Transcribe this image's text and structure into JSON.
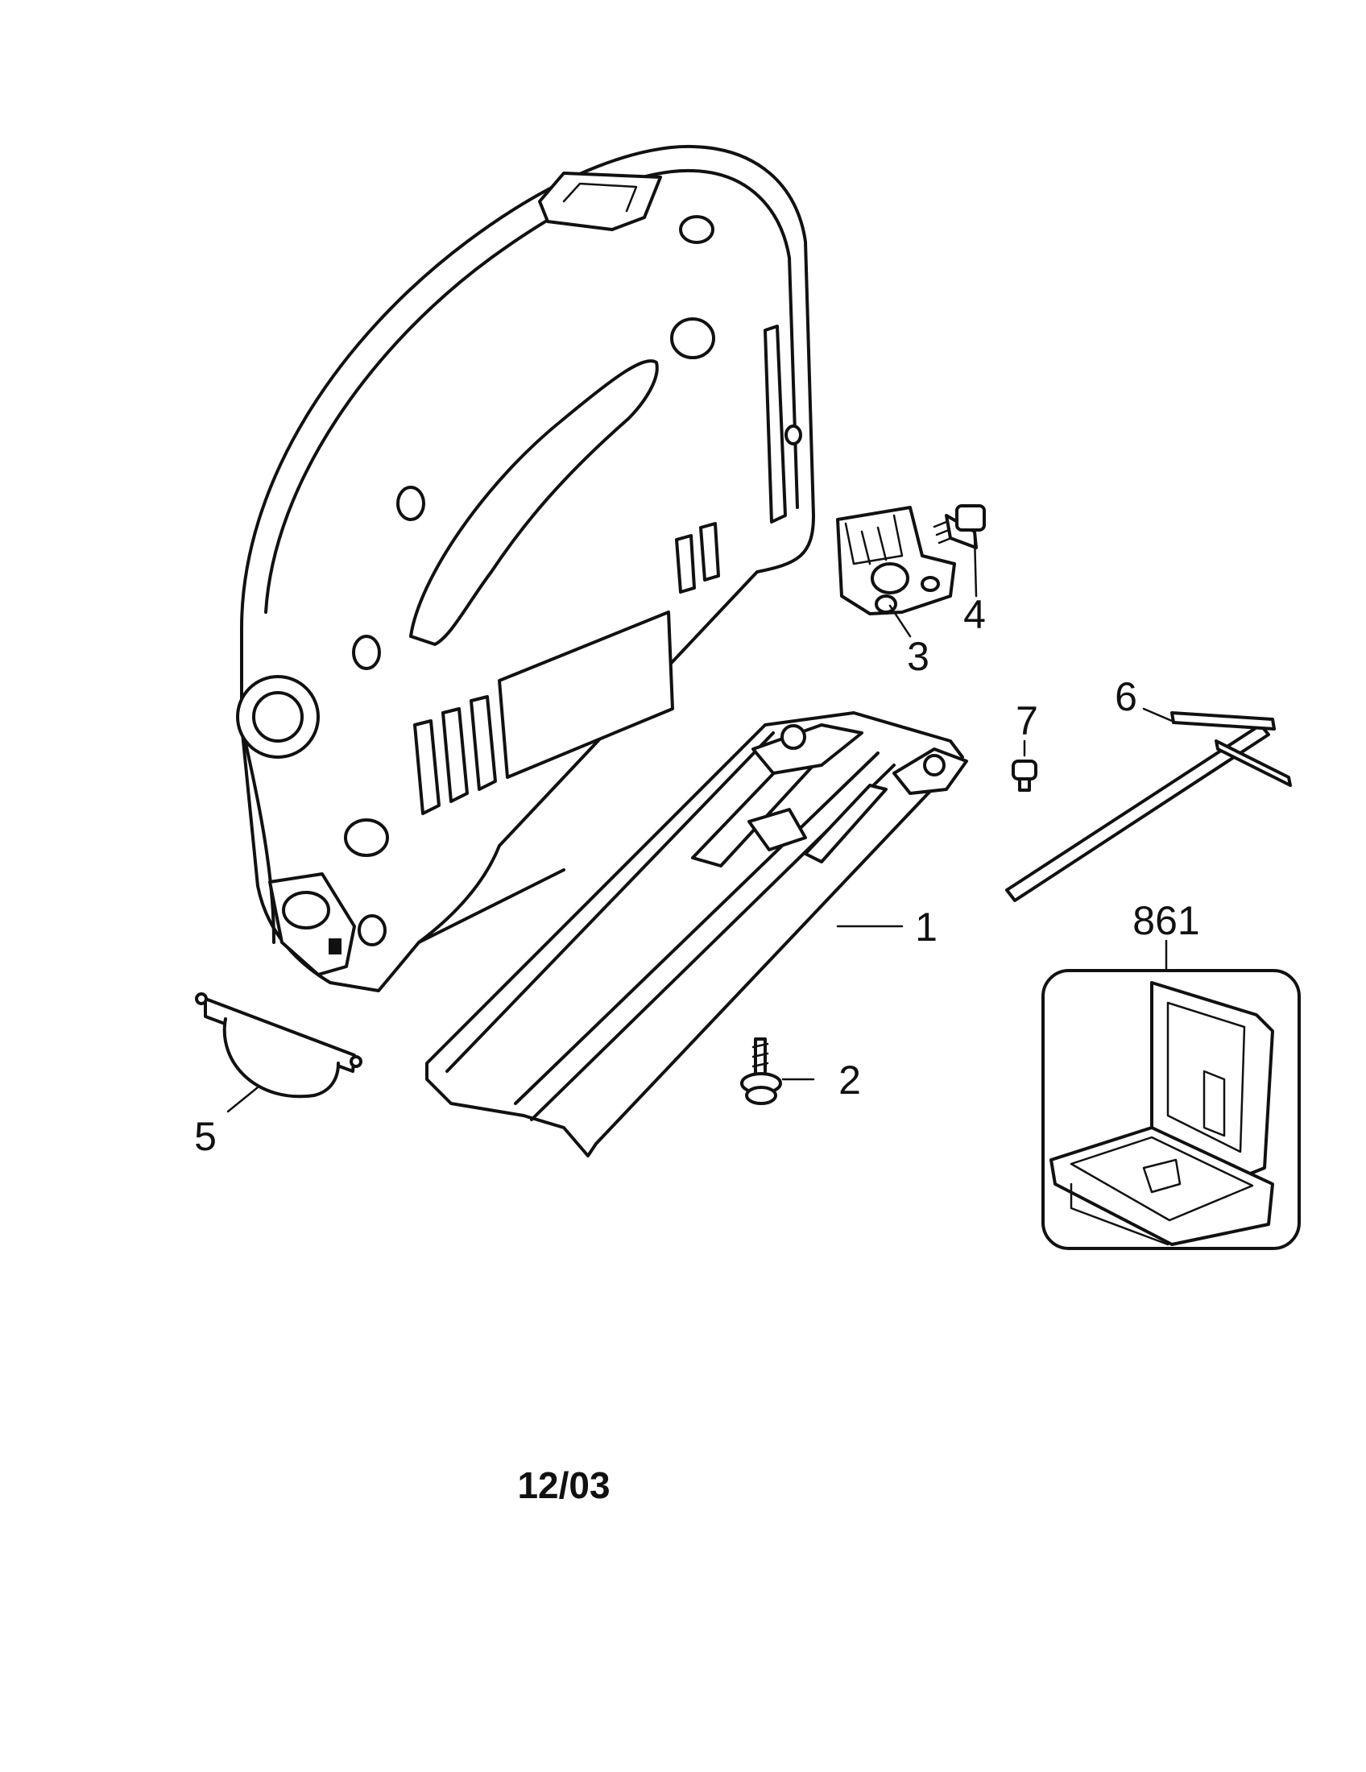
{
  "callouts": [
    {
      "id": "1",
      "label": "1"
    },
    {
      "id": "2",
      "label": "2"
    },
    {
      "id": "3",
      "label": "3"
    },
    {
      "id": "4",
      "label": "4"
    },
    {
      "id": "5",
      "label": "5"
    },
    {
      "id": "6",
      "label": "6"
    },
    {
      "id": "7",
      "label": "7"
    },
    {
      "id": "861",
      "label": "861"
    }
  ],
  "footer": {
    "date_code": "12/03"
  }
}
